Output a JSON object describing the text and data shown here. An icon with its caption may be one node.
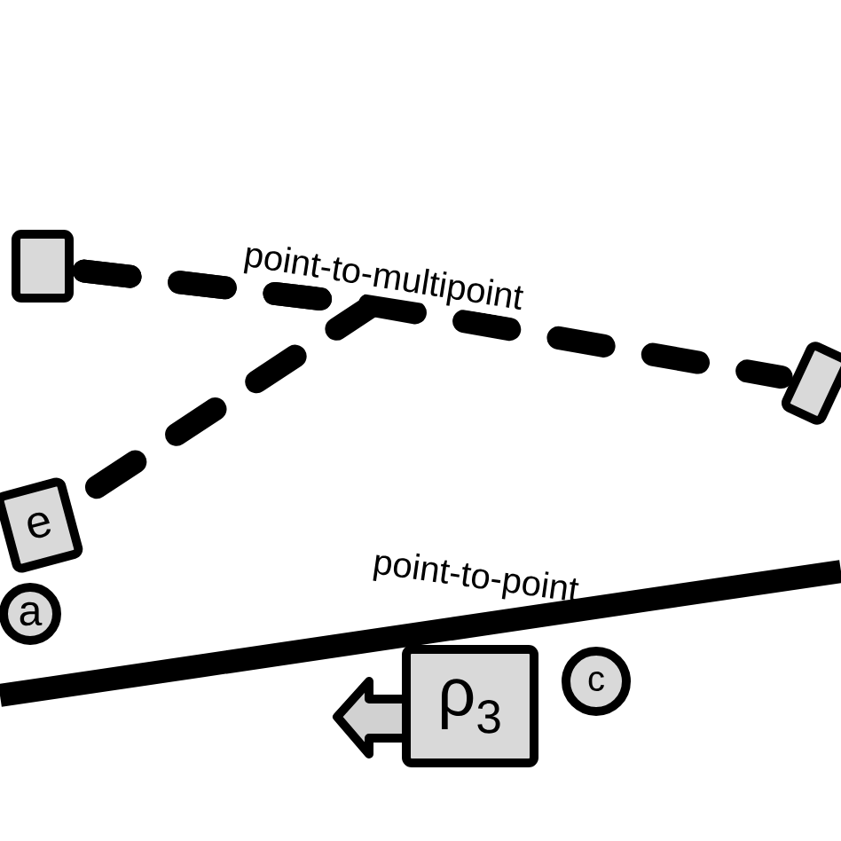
{
  "diagram": {
    "nodes": [
      {
        "text": [],
        "shape": "box"
      },
      {
        "text": [],
        "shape": "box"
      },
      {
        "text": [
          "e"
        ]
      },
      {
        "text": [
          "a"
        ]
      },
      {
        "text": [
          "ρ$_{3}$"
        ]
      },
      {
        "text": [
          "c"
        ]
      }
    ],
    "edges": [
      {
        "from": 0,
        "to": 1,
        "arrow": "none",
        "style": "dashed",
        "label": "point-to-multipoint"
      },
      {
        "from": 0,
        "to": 2,
        "arrow": "none",
        "style": "dashed"
      }
    ],
    "labels": [
      "point-to-point"
    ]
  }
}
